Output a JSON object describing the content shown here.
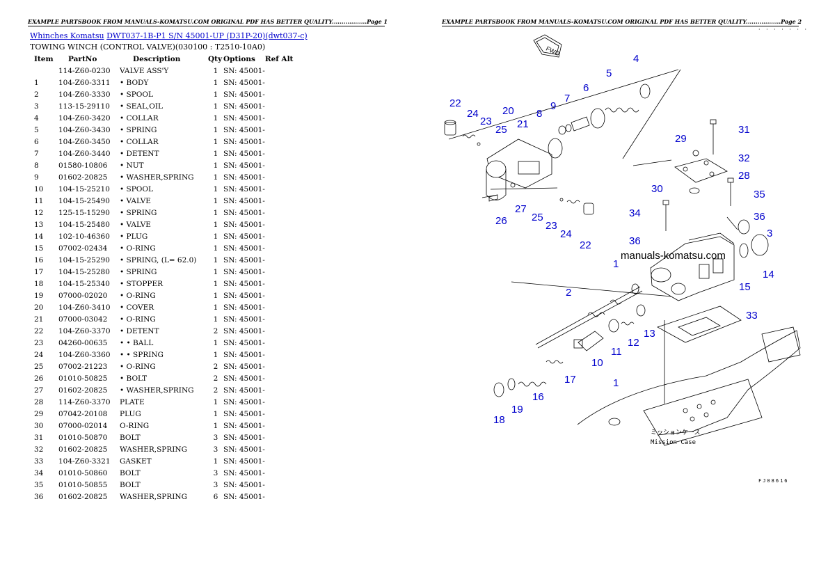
{
  "page1": {
    "header": "EXAMPLE PARTSBOOK FROM MANUALS-KOMATSU.COM ORIGINAL PDF HAS BETTER QUALITY..................Page 1",
    "links": {
      "category": "Whinches Komatsu",
      "model": "DWT037-1B-P1 S/N 45001-UP (D31P-20)(dwt037-c)"
    },
    "subtitle": "TOWING WINCH (CONTROL VALVE)(030100 : T2510-10A0)",
    "columns": [
      "Item",
      "PartNo",
      "Description",
      "Qty",
      "Options",
      "Ref Alt"
    ],
    "rows": [
      [
        "",
        "114-Z60-0230",
        "VALVE ASS'Y",
        "1",
        "SN: 45001-",
        ""
      ],
      [
        "1",
        "104-Z60-3311",
        "• BODY",
        "1",
        "SN: 45001-",
        ""
      ],
      [
        "2",
        "104-Z60-3330",
        "• SPOOL",
        "1",
        "SN: 45001-",
        ""
      ],
      [
        "3",
        "113-15-29110",
        "• SEAL,OIL",
        "1",
        "SN: 45001-",
        ""
      ],
      [
        "4",
        "104-Z60-3420",
        "• COLLAR",
        "1",
        "SN: 45001-",
        ""
      ],
      [
        "5",
        "104-Z60-3430",
        "• SPRING",
        "1",
        "SN: 45001-",
        ""
      ],
      [
        "6",
        "104-Z60-3450",
        "• COLLAR",
        "1",
        "SN: 45001-",
        ""
      ],
      [
        "7",
        "104-Z60-3440",
        "• DETENT",
        "1",
        "SN: 45001-",
        ""
      ],
      [
        "8",
        "01580-10806",
        "• NUT",
        "1",
        "SN: 45001-",
        ""
      ],
      [
        "9",
        "01602-20825",
        "• WASHER,SPRING",
        "1",
        "SN: 45001-",
        ""
      ],
      [
        "10",
        "104-15-25210",
        "• SPOOL",
        "1",
        "SN: 45001-",
        ""
      ],
      [
        "11",
        "104-15-25490",
        "• VALVE",
        "1",
        "SN: 45001-",
        ""
      ],
      [
        "12",
        "125-15-15290",
        "• SPRING",
        "1",
        "SN: 45001-",
        ""
      ],
      [
        "13",
        "104-15-25480",
        "• VALVE",
        "1",
        "SN: 45001-",
        ""
      ],
      [
        "14",
        "102-10-46360",
        "• PLUG",
        "1",
        "SN: 45001-",
        ""
      ],
      [
        "15",
        "07002-02434",
        "• O-RING",
        "1",
        "SN: 45001-",
        ""
      ],
      [
        "16",
        "104-15-25290",
        "• SPRING, (L= 62.0)",
        "1",
        "SN: 45001-",
        ""
      ],
      [
        "17",
        "104-15-25280",
        "• SPRING",
        "1",
        "SN: 45001-",
        ""
      ],
      [
        "18",
        "104-15-25340",
        "• STOPPER",
        "1",
        "SN: 45001-",
        ""
      ],
      [
        "19",
        "07000-02020",
        "• O-RING",
        "1",
        "SN: 45001-",
        ""
      ],
      [
        "20",
        "104-Z60-3410",
        "• COVER",
        "1",
        "SN: 45001-",
        ""
      ],
      [
        "21",
        "07000-03042",
        "• O-RING",
        "1",
        "SN: 45001-",
        ""
      ],
      [
        "22",
        "104-Z60-3370",
        "• DETENT",
        "2",
        "SN: 45001-",
        ""
      ],
      [
        "23",
        "04260-00635",
        "• • BALL",
        "1",
        "SN: 45001-",
        ""
      ],
      [
        "24",
        "104-Z60-3360",
        "• • SPRING",
        "1",
        "SN: 45001-",
        ""
      ],
      [
        "25",
        "07002-21223",
        "• O-RING",
        "2",
        "SN: 45001-",
        ""
      ],
      [
        "26",
        "01010-50825",
        "• BOLT",
        "2",
        "SN: 45001-",
        ""
      ],
      [
        "27",
        "01602-20825",
        "• WASHER,SPRING",
        "2",
        "SN: 45001-",
        ""
      ],
      [
        "28",
        "114-Z60-3370",
        "PLATE",
        "1",
        "SN: 45001-",
        ""
      ],
      [
        "29",
        "07042-20108",
        "PLUG",
        "1",
        "SN: 45001-",
        ""
      ],
      [
        "30",
        "07000-02014",
        "O-RING",
        "1",
        "SN: 45001-",
        ""
      ],
      [
        "31",
        "01010-50870",
        "BOLT",
        "3",
        "SN: 45001-",
        ""
      ],
      [
        "32",
        "01602-20825",
        "WASHER,SPRING",
        "3",
        "SN: 45001-",
        ""
      ],
      [
        "33",
        "104-Z60-3321",
        "GASKET",
        "1",
        "SN: 45001-",
        ""
      ],
      [
        "34",
        "01010-50860",
        "BOLT",
        "3",
        "SN: 45001-",
        ""
      ],
      [
        "35",
        "01010-50855",
        "BOLT",
        "3",
        "SN: 45001-",
        ""
      ],
      [
        "36",
        "01602-20825",
        "WASHER,SPRING",
        "6",
        "SN: 45001-",
        ""
      ]
    ]
  },
  "page2": {
    "header": "EXAMPLE PARTSBOOK FROM MANUALS-KOMATSU.COM ORIGINAL PDF HAS BETTER QUALITY..................Page 2",
    "watermark": "manuals-komatsu.com",
    "mission_case_jp": "ミッションケース",
    "mission_case_en": "Mission Case",
    "fig_code": "FJ08616",
    "dots": "· · · · · · ·",
    "fwd_label": "FWD",
    "callouts": [
      "1",
      "2",
      "3",
      "4",
      "5",
      "6",
      "7",
      "8",
      "9",
      "10",
      "11",
      "12",
      "13",
      "14",
      "15",
      "16",
      "17",
      "18",
      "19",
      "20",
      "21",
      "22",
      "23",
      "24",
      "25",
      "26",
      "27",
      "28",
      "29",
      "30",
      "31",
      "32",
      "33",
      "34",
      "35",
      "36",
      "22",
      "23",
      "24",
      "25"
    ]
  }
}
